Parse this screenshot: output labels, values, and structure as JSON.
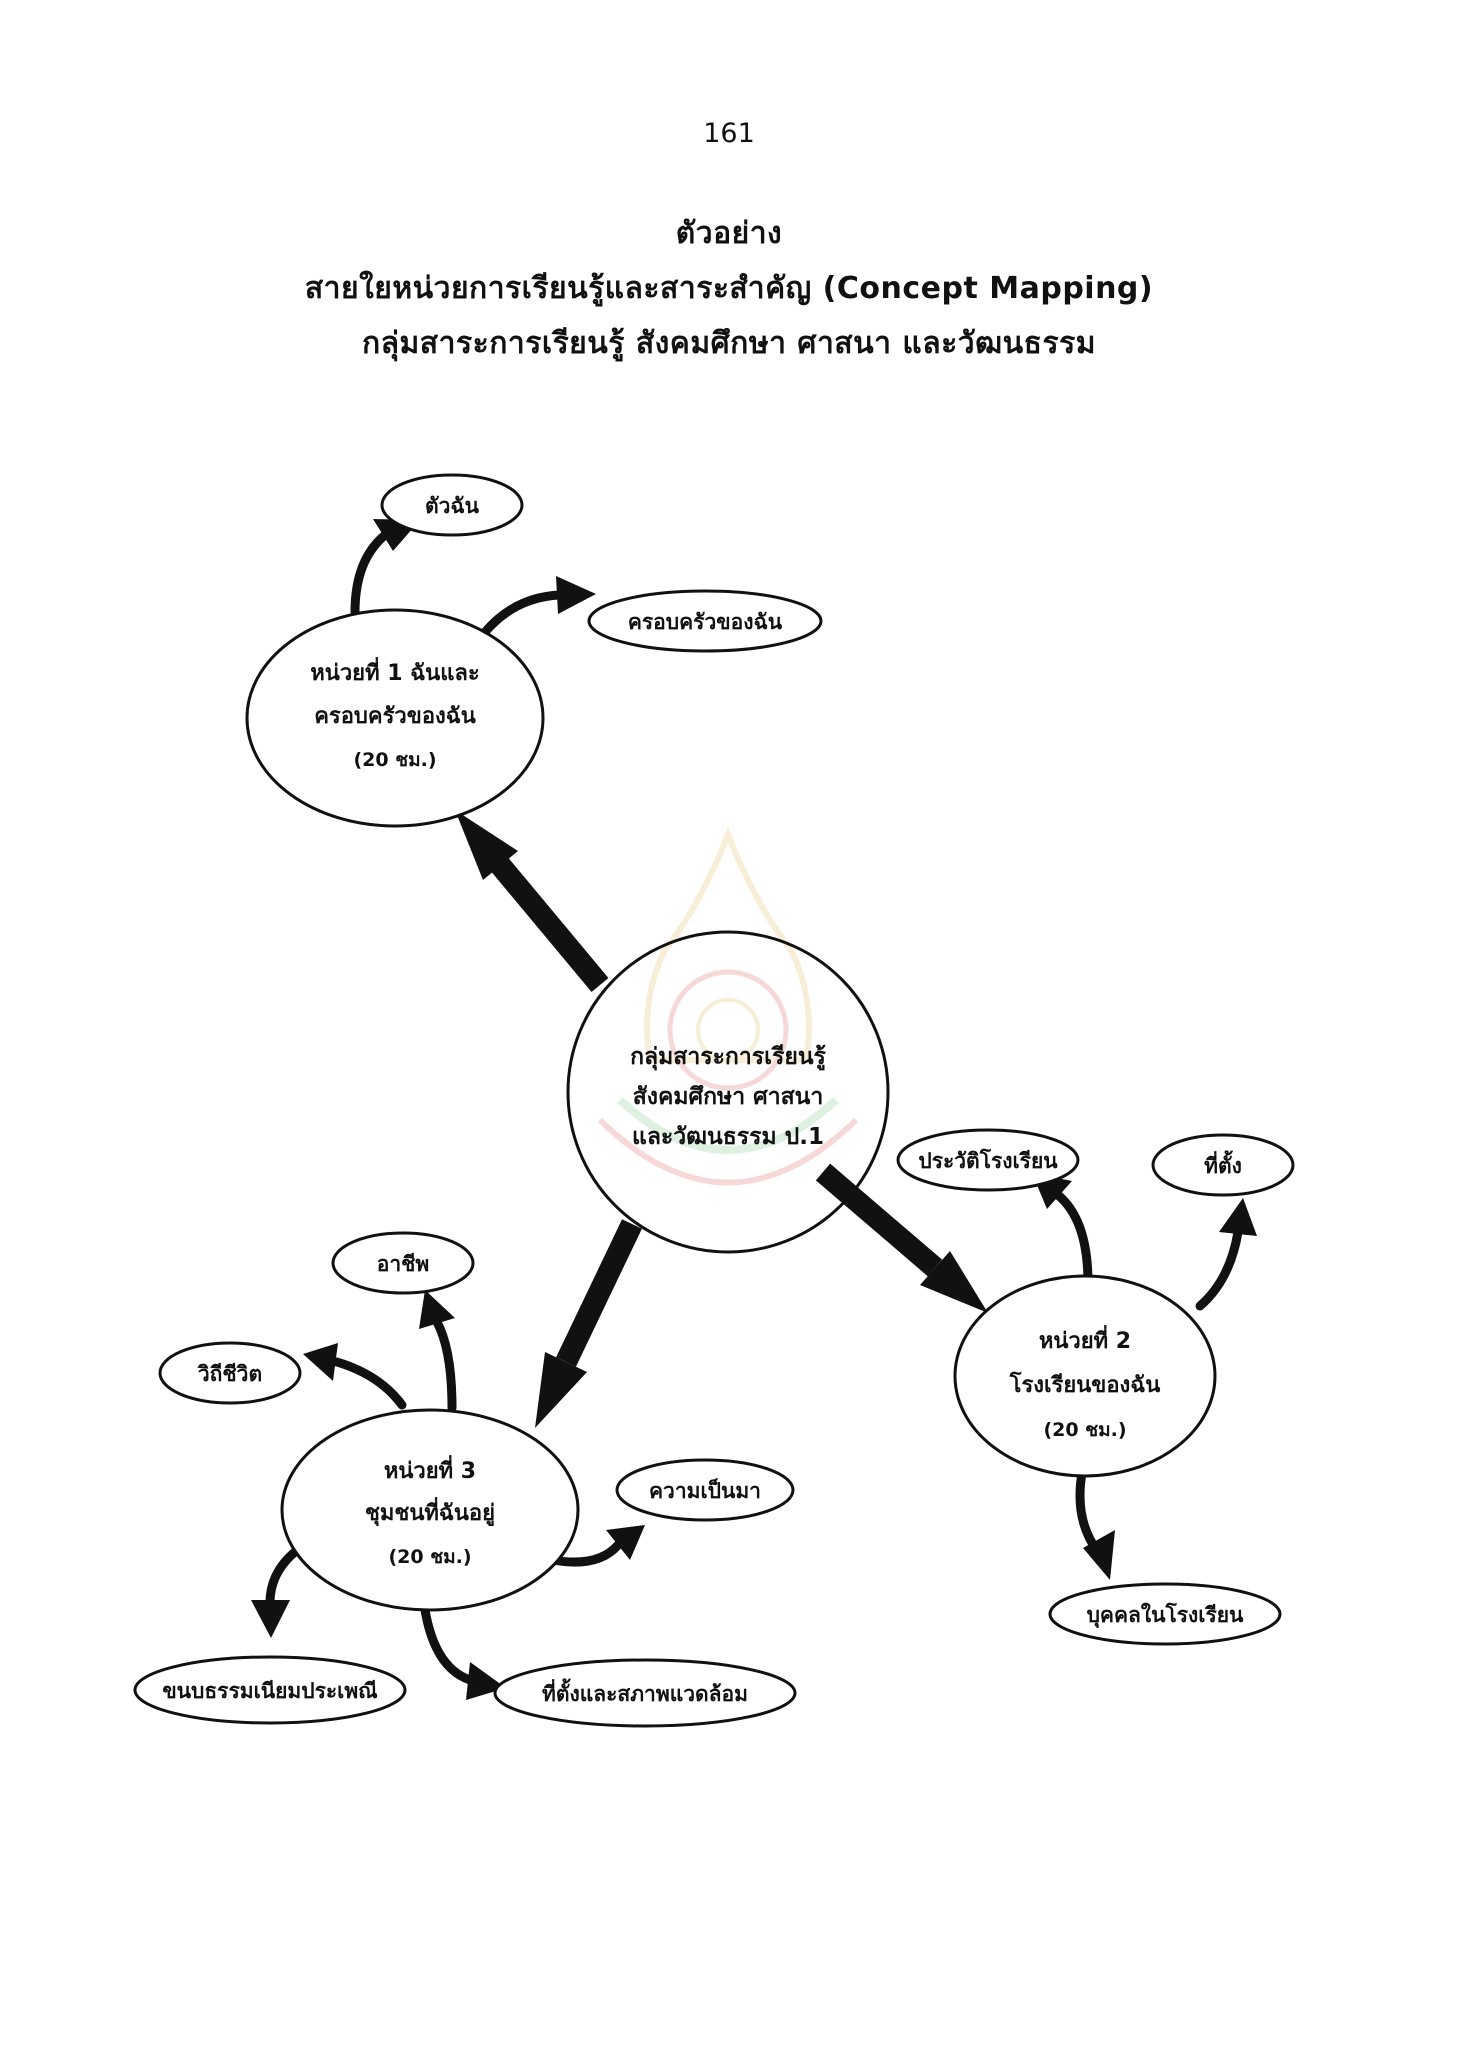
{
  "page": {
    "number": "161"
  },
  "headings": {
    "line1": "ตัวอย่าง",
    "line2": "สายใยหน่วยการเรียนรู้และสาระสำคัญ (Concept Mapping)",
    "line3": "กลุ่มสาระการเรียนรู้ สังคมศึกษา ศาสนา และวัฒนธรรม"
  },
  "concept_map": {
    "center": {
      "lines": [
        "กลุ่มสาระการเรียนรู้",
        "สังคมศึกษา ศาสนา",
        "และวัฒนธรรม ป.1"
      ]
    },
    "unit1": {
      "lines": [
        "หน่วยที่ 1 ฉันและ",
        "ครอบครัวของฉัน",
        "(20 ชม.)"
      ],
      "topics": [
        "ตัวฉัน",
        "ครอบครัวของฉัน"
      ]
    },
    "unit2": {
      "lines": [
        "หน่วยที่ 2",
        "โรงเรียนของฉัน",
        "(20 ชม.)"
      ],
      "topics": [
        "ประวัติโรงเรียน",
        "ที่ตั้ง",
        "บุคคลในโรงเรียน"
      ]
    },
    "unit3": {
      "lines": [
        "หน่วยที่ 3",
        "ชุมชนที่ฉันอยู่",
        "(20 ชม.)"
      ],
      "topics": [
        "อาชีพ",
        "วิถีชีวิต",
        "ความเป็นมา",
        "ขนบธรรมเนียมประเพณี",
        "ที่ตั้งและสภาพแวดล้อม"
      ]
    }
  },
  "colors": {
    "ink": "#111111",
    "watermark_gold": "#e0b24a",
    "watermark_red": "#d9534f",
    "watermark_green": "#6fbf73"
  }
}
